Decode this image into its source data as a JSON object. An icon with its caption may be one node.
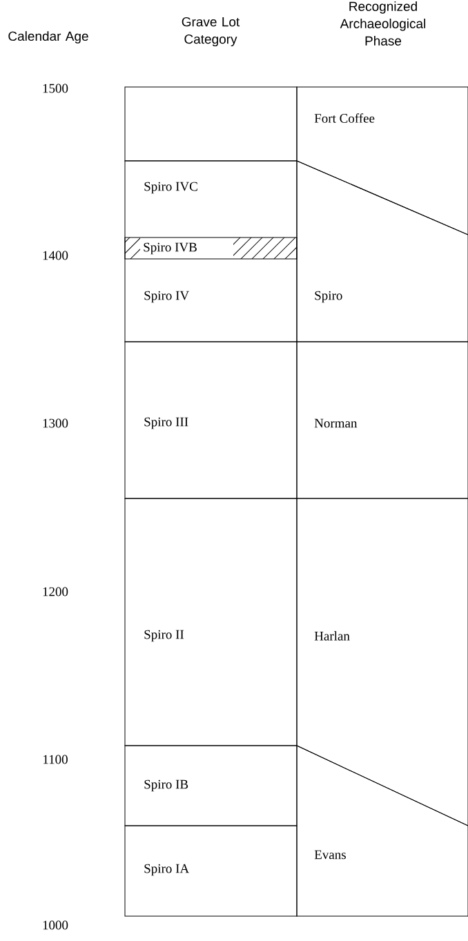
{
  "diagram": {
    "nodes": [
      {
        "text": [],
        "shape": "box"
      },
      {
        "text": [
          "Spiro IVC",
          "Spiro IV"
        ]
      },
      {
        "text": [
          "Spiro IVB"
        ],
        "in": 1
      },
      {
        "text": [
          "Spiro III"
        ]
      },
      {
        "text": [
          "Spiro II"
        ]
      },
      {
        "text": [
          "Spiro IB"
        ]
      },
      {
        "text": [
          "Spiro IA"
        ]
      },
      {
        "text": [
          "Fort Coffee"
        ]
      },
      {
        "text": [
          "Spiro"
        ]
      },
      {
        "text": [
          "Norman"
        ]
      },
      {
        "text": [
          "Harlan"
        ]
      },
      {
        "text": [
          "Evans"
        ]
      }
    ],
    "labels": [
      "Calendar Age",
      "Grave Lot Category",
      "Recognized Archaeological Phase",
      "1500",
      "1400",
      "1300",
      "1200",
      "1100",
      "1000"
    ]
  }
}
